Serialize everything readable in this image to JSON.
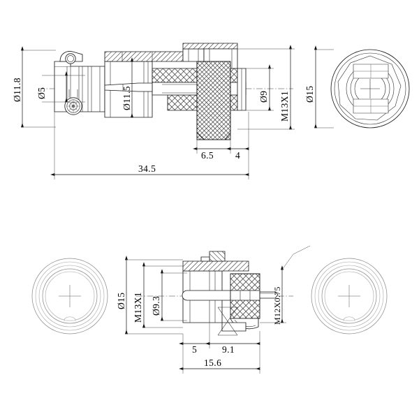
{
  "document": {
    "kind": "engineering-drawing",
    "subject": "circular-panel-connector",
    "background_color": "#ffffff",
    "line_color": "#1a1a1a"
  },
  "views": {
    "top_assembly": {
      "name": "mated-plug-assembly-section",
      "end_view_label": "plug-end-face"
    },
    "bottom_assembly": {
      "name": "panel-mount-socket-section",
      "left_end_view_label": "socket-front-face",
      "right_end_view_label": "socket-rear-face"
    }
  },
  "dimensions": {
    "top": [
      {
        "id": "d-11-8",
        "text": "Ø11.8",
        "orientation": "vertical"
      },
      {
        "id": "d-5",
        "text": "Ø5",
        "orientation": "vertical"
      },
      {
        "id": "d-11-5",
        "text": "Ø11.5",
        "orientation": "vertical"
      },
      {
        "id": "d-9",
        "text": "Ø9",
        "orientation": "vertical"
      },
      {
        "id": "d-m13x1",
        "text": "M13X1",
        "orientation": "vertical"
      },
      {
        "id": "d-15",
        "text": "Ø15",
        "orientation": "vertical"
      },
      {
        "id": "d-6-5",
        "text": "6.5",
        "orientation": "horizontal"
      },
      {
        "id": "d-4",
        "text": "4",
        "orientation": "horizontal"
      },
      {
        "id": "d-34-5",
        "text": "34.5",
        "orientation": "horizontal"
      }
    ],
    "bottom": [
      {
        "id": "b-15",
        "text": "Ø15",
        "orientation": "vertical"
      },
      {
        "id": "b-m13x1",
        "text": "M13X1",
        "orientation": "vertical"
      },
      {
        "id": "b-9-3",
        "text": "Ø9.3",
        "orientation": "vertical"
      },
      {
        "id": "b-m12x0-75",
        "text": "M12X0.75",
        "orientation": "vertical"
      },
      {
        "id": "b-5",
        "text": "5",
        "orientation": "horizontal"
      },
      {
        "id": "b-9-1",
        "text": "9.1",
        "orientation": "horizontal"
      },
      {
        "id": "b-15-6",
        "text": "15.6",
        "orientation": "horizontal"
      }
    ]
  }
}
